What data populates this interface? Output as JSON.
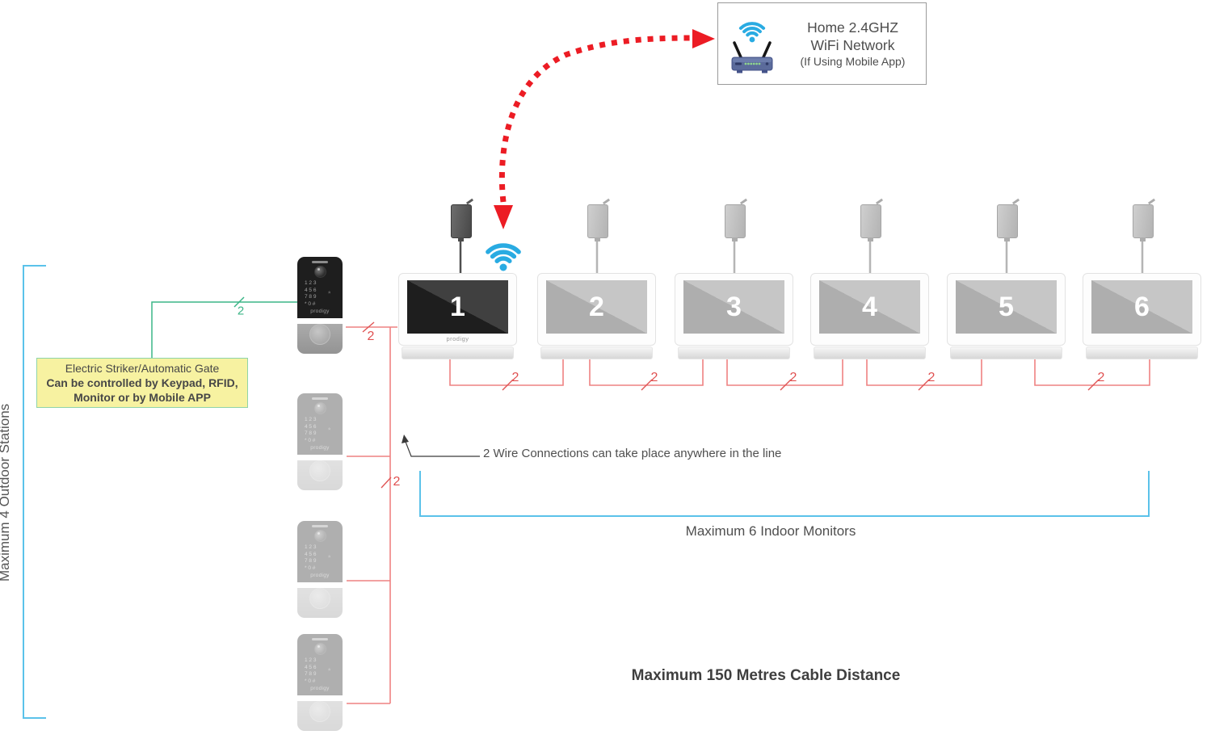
{
  "wifi_box": {
    "title_line1": "Home 2.4GHZ",
    "title_line2": "WiFi Network",
    "subtitle": "(If Using Mobile App)"
  },
  "monitors": {
    "brand": "prodigy",
    "items": [
      {
        "label": "1"
      },
      {
        "label": "2"
      },
      {
        "label": "3"
      },
      {
        "label": "4"
      },
      {
        "label": "5"
      },
      {
        "label": "6"
      }
    ]
  },
  "outdoor_stations": {
    "brand": "prodigy",
    "keypad_rows": [
      "1 2 3",
      "4 5 6",
      "7 8 9",
      "* 0 #"
    ],
    "rfid_icon": "»"
  },
  "note_box": {
    "line1": "Electric Striker/Automatic Gate",
    "line2": "Can be controlled by Keypad, RFID,",
    "line3": "Monitor or by Mobile APP"
  },
  "annotations": {
    "wire_count": "2",
    "wire_note": "2 Wire Connections can take place anywhere in the line",
    "indoor_label": "Maximum 6 Indoor Monitors",
    "outdoor_label": "Maximum 4 Outdoor Stations",
    "cable_label": "Maximum 150 Metres Cable Distance"
  },
  "colors": {
    "arrow_red": "#ec1c24",
    "wire_red": "#ee8282",
    "wire_label_red": "#e05050",
    "wire_green": "#3cb587",
    "bracket_blue": "#5bc2ea",
    "wifi_blue": "#29abe2",
    "note_bg": "#f7f2a1"
  }
}
